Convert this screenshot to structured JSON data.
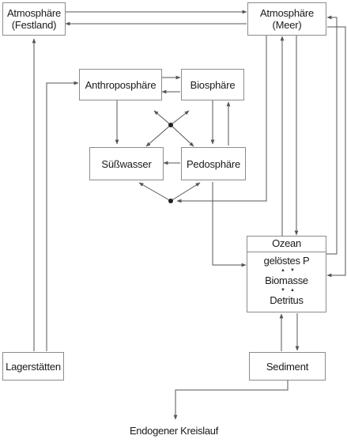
{
  "nodes": {
    "atmo_land": {
      "line1": "Atmosphäre",
      "line2": "(Festland)"
    },
    "atmo_meer": {
      "line1": "Atmosphäre",
      "line2": "(Meer)"
    },
    "anthroposphaere": "Anthroposphäre",
    "biosphaere": "Biosphäre",
    "suesswasser": "Süßwasser",
    "pedosphaere": "Pedosphäre",
    "ozean": {
      "title": "Ozean",
      "items": [
        "gelöstes P",
        "Biomasse",
        "Detritus"
      ]
    },
    "lagerstaetten": "Lagerstätten",
    "sediment": "Sediment"
  },
  "footer": "Endogener Kreislauf",
  "colors": {
    "line": "#555555",
    "border": "#8c8c8c",
    "text": "#1a1a1a"
  }
}
